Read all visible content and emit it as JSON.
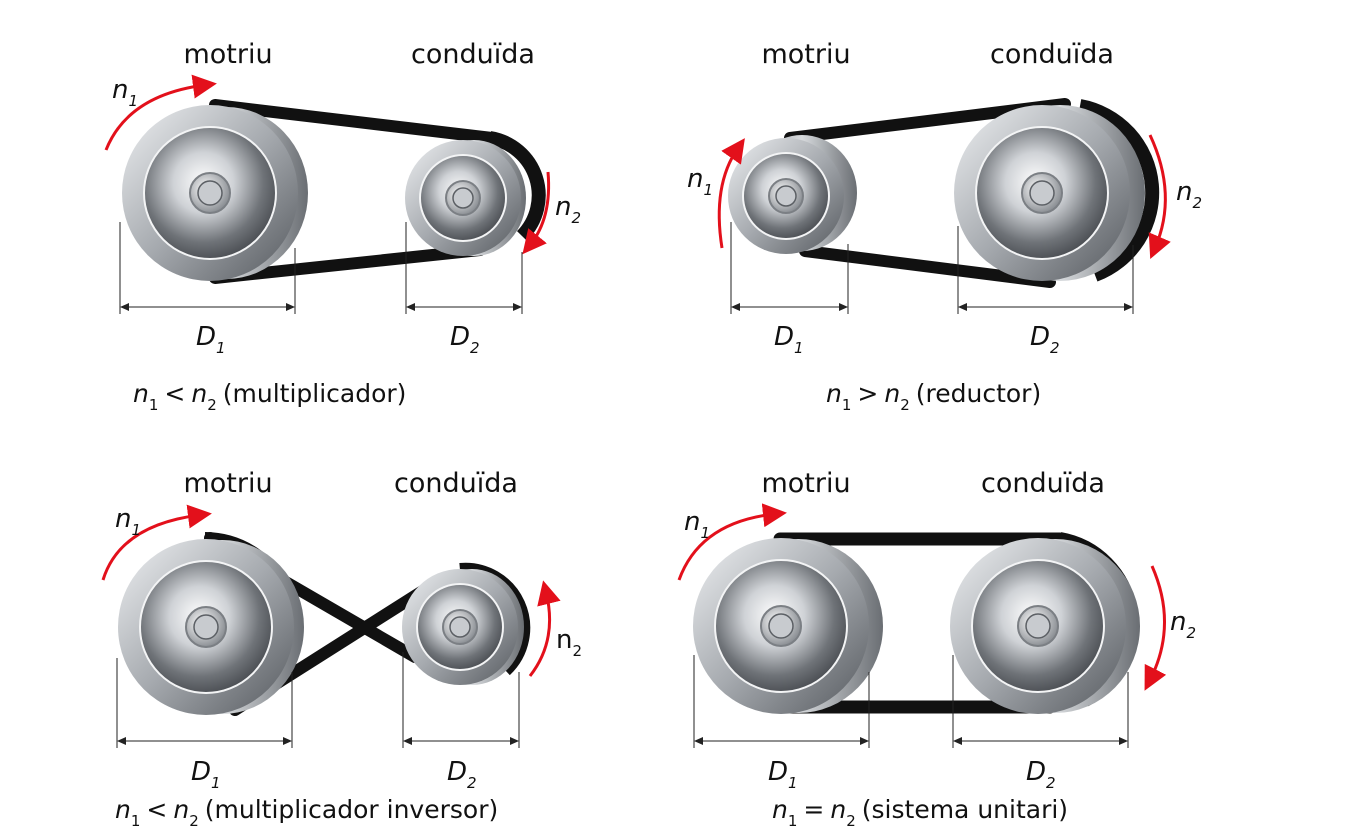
{
  "panels": [
    {
      "id": "multiplicador",
      "driver_label": "motriu",
      "driven_label": "conduïda",
      "n1": "n",
      "n1_sub": "1",
      "n2": "n",
      "n2_sub": "2",
      "d1": "D",
      "d1_sub": "1",
      "d2": "D",
      "d2_sub": "2",
      "caption": {
        "a": "n",
        "a_sub": "1",
        "op": "<",
        "b": "n",
        "b_sub": "2",
        "text": "(multiplicador)"
      }
    },
    {
      "id": "reductor",
      "driver_label": "motriu",
      "driven_label": "conduïda",
      "n1": "n",
      "n1_sub": "1",
      "n2": "n",
      "n2_sub": "2",
      "d1": "D",
      "d1_sub": "1",
      "d2": "D",
      "d2_sub": "2",
      "caption": {
        "a": "n",
        "a_sub": "1",
        "op": ">",
        "b": "n",
        "b_sub": "2",
        "text": "(reductor)"
      }
    },
    {
      "id": "multiplicador-inversor",
      "driver_label": "motriu",
      "driven_label": "conduïda",
      "n1": "n",
      "n1_sub": "1",
      "n2": "n",
      "n2_sub": "2",
      "d1": "D",
      "d1_sub": "1",
      "d2": "D",
      "d2_sub": "2",
      "caption": {
        "a": "n",
        "a_sub": "1",
        "op": "<",
        "b": "n",
        "b_sub": "2",
        "text": "(multiplicador inversor)"
      }
    },
    {
      "id": "sistema-unitari",
      "driver_label": "motriu",
      "driven_label": "conduïda",
      "n1": "n",
      "n1_sub": "1",
      "n2": "n",
      "n2_sub": "2",
      "d1": "D",
      "d1_sub": "1",
      "d2": "D",
      "d2_sub": "2",
      "caption": {
        "a": "n",
        "a_sub": "1",
        "op": "=",
        "b": "n",
        "b_sub": "2",
        "text": "(sistema unitari)"
      }
    }
  ],
  "colors": {
    "arrow": "#e3101b",
    "belt": "#151515",
    "pulley_rim": "#9a9ea3"
  }
}
